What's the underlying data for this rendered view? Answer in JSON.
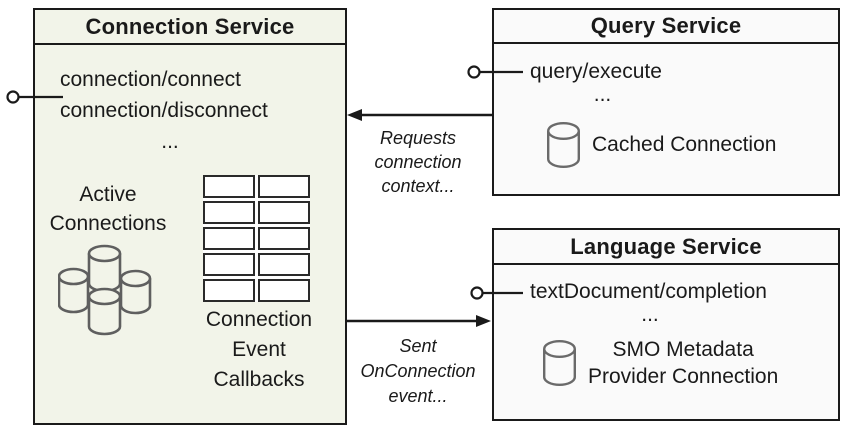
{
  "diagram": {
    "connection_service": {
      "title": "Connection Service",
      "methods": [
        "connection/connect",
        "connection/disconnect",
        "..."
      ],
      "active_connections": [
        "Active",
        "Connections"
      ],
      "callbacks_label": [
        "Connection",
        "Event",
        "Callbacks"
      ]
    },
    "query_service": {
      "title": "Query Service",
      "method": "query/execute",
      "ellipsis": "...",
      "cache_label": "Cached Connection"
    },
    "language_service": {
      "title": "Language Service",
      "method": "textDocument/completion",
      "ellipsis": "...",
      "store_label": [
        "SMO Metadata",
        "Provider Connection"
      ]
    },
    "annotations": {
      "requests": [
        "Requests",
        "connection",
        "context..."
      ],
      "sent": [
        "Sent",
        "OnConnection",
        "event..."
      ]
    },
    "colors": {
      "connection_fill": "#f2f4e9",
      "service_fill": "#fafafa",
      "line": "#1a1a1a",
      "cylinder_stroke": "#606060"
    }
  }
}
